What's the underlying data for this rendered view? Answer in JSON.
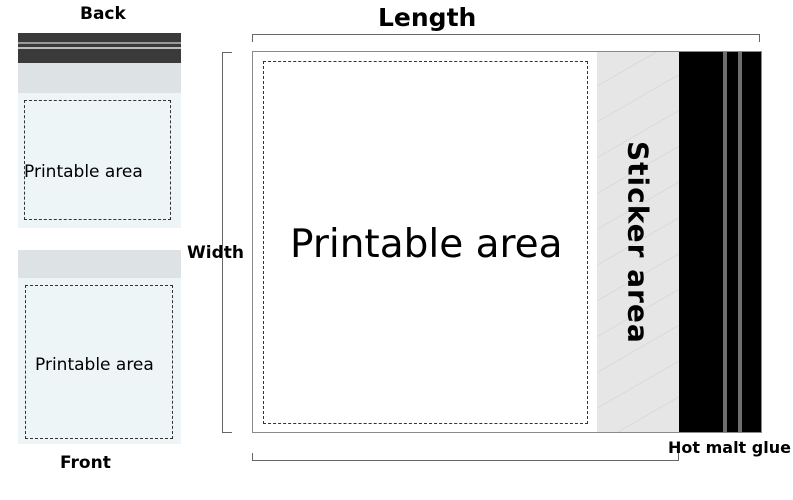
{
  "labels": {
    "back": "Back",
    "front": "Front",
    "length": "Length",
    "width": "Width",
    "hot_malt_glue": "Hot malt glue"
  },
  "back_panel": {
    "printable": "Printable area"
  },
  "front_panel": {
    "printable": "Printable area"
  },
  "main": {
    "printable": "Printable area",
    "sticker": "Sticker area"
  }
}
